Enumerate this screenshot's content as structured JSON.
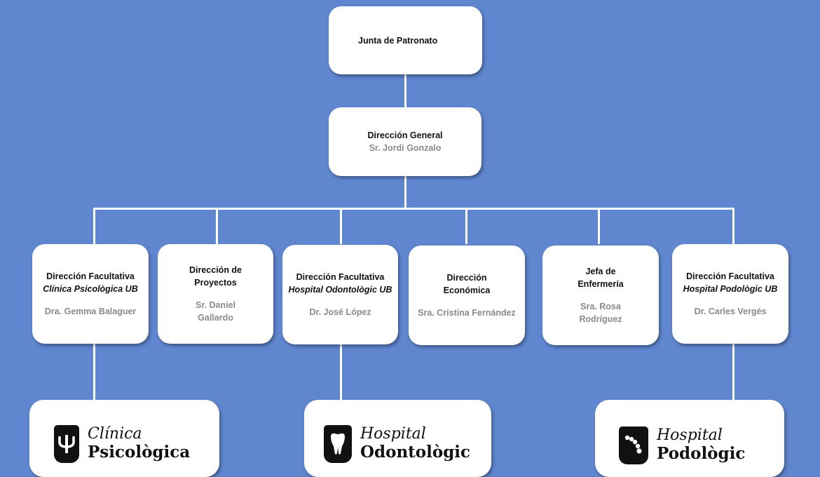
{
  "top": {
    "title": "Junta de Patronato"
  },
  "general": {
    "title": "Dirección General",
    "person": "Sr. Jordi Gonzalo"
  },
  "units": [
    {
      "line1": "Dirección Facultativa",
      "line2": "Clínica Psicològica UB",
      "person": "Dra. Gemma Balaguer"
    },
    {
      "line1": "Dirección de",
      "line2": "Proyectos",
      "person1": "Sr. Daniel",
      "person2": "Gallardo"
    },
    {
      "line1": "Dirección Facultativa",
      "line2": "Hospital Odontològic UB",
      "person": "Dr. José López"
    },
    {
      "line1": "Dirección",
      "line2": "Económica",
      "person": "Sra. Cristina Fernández"
    },
    {
      "line1": "Jefa de",
      "line2": "Enfermería",
      "person1": "Sra. Rosa",
      "person2": "Rodríguez"
    },
    {
      "line1": "Dirección Facultativa",
      "line2": "Hospital Podològic UB",
      "person": "Dr. Carles Vergés"
    }
  ],
  "logos": [
    {
      "top": "Clínica",
      "bottom": "Psicològica",
      "icon": "psi-icon"
    },
    {
      "top": "Hospital",
      "bottom": "Odontològic",
      "icon": "tooth-icon"
    },
    {
      "top": "Hospital",
      "bottom": "Podològic",
      "icon": "foot-dots-icon"
    }
  ]
}
